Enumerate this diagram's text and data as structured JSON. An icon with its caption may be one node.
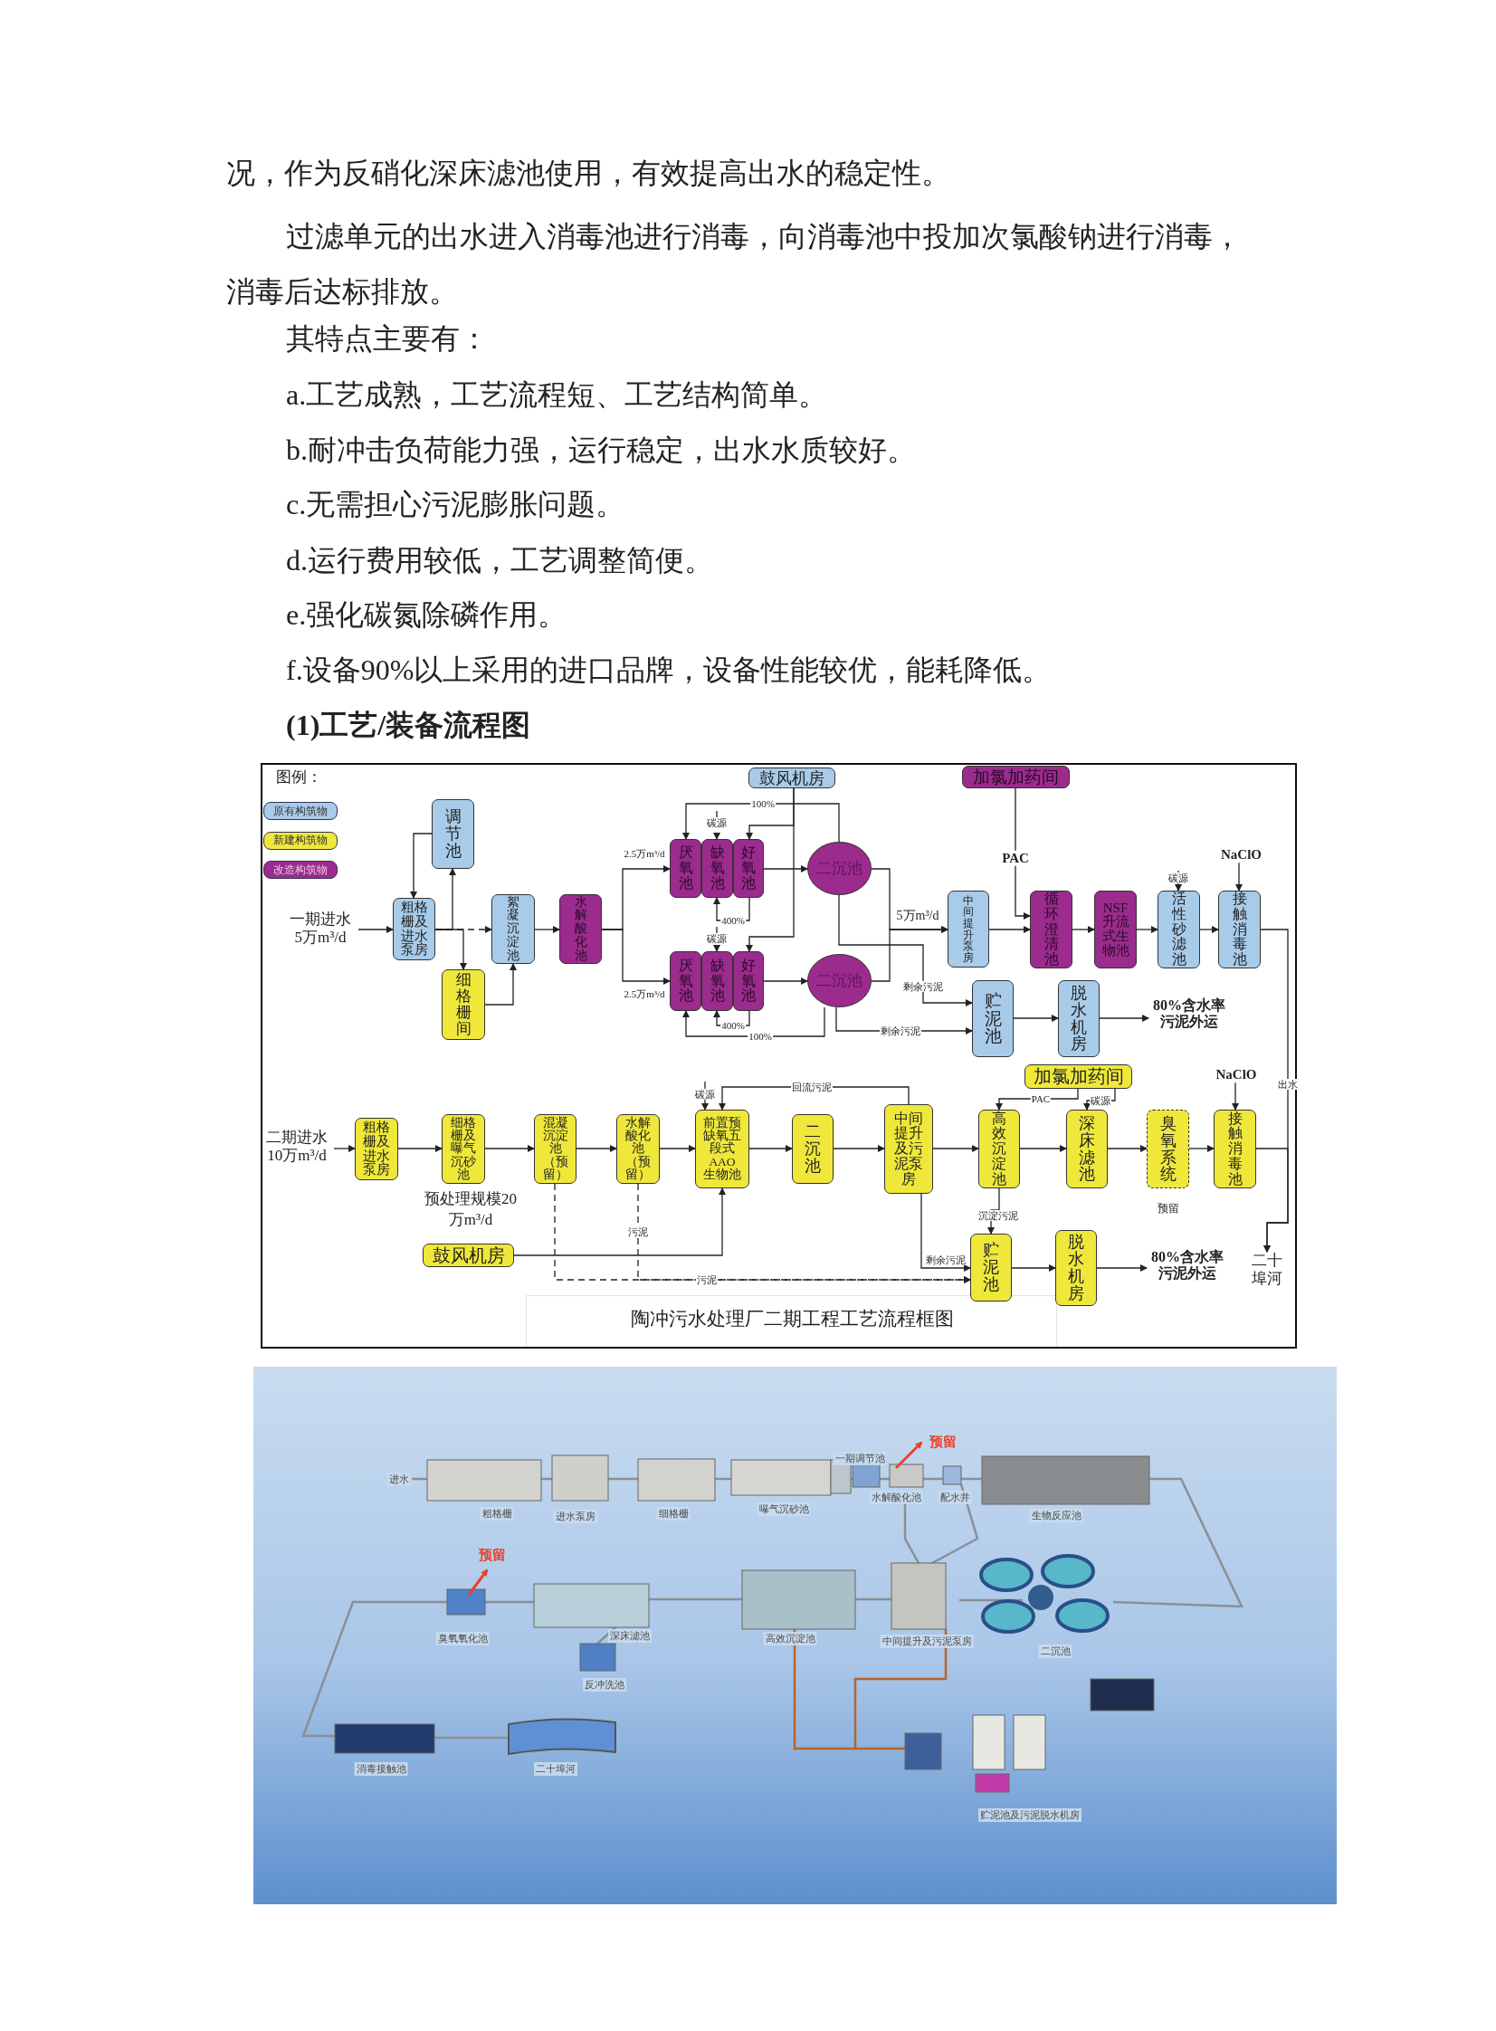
{
  "diagram": {
    "title": "(1)工艺/装备流程图",
    "caption": "陶冲污水处理厂二期工程工艺流程框图",
    "nodes": [
      {
        "text": [
          "一期进水",
          "5万m³/d"
        ]
      },
      {
        "text": [
          "调节池"
        ]
      },
      {
        "text": [
          "粗格栅及进水泵房"
        ]
      },
      {
        "text": [
          "细格栅间"
        ]
      },
      {
        "text": [
          "絮凝沉淀池"
        ]
      },
      {
        "text": [
          "水解酸化池"
        ]
      },
      {
        "text": [
          "鼓风机房"
        ]
      },
      {
        "text": [
          "加氯加药间"
        ]
      },
      {
        "text": [
          "厌氧池"
        ]
      },
      {
        "text": [
          "缺氧池"
        ]
      },
      {
        "text": [
          "好氧池"
        ]
      },
      {
        "text": [
          "厌氧池"
        ]
      },
      {
        "text": [
          "缺氧池"
        ]
      },
      {
        "text": [
          "好氧池"
        ]
      },
      {
        "text": [
          "二沉池"
        ]
      },
      {
        "text": [
          "二沉池"
        ]
      },
      {
        "text": [
          "中间提升泵房"
        ]
      },
      {
        "text": [
          "循环澄清池"
        ]
      },
      {
        "text": [
          "NSF升流式生物池"
        ]
      },
      {
        "text": [
          "活性砂滤池"
        ]
      },
      {
        "text": [
          "NaClO"
        ]
      },
      {
        "text": [
          "接触消毒池"
        ]
      },
      {
        "text": [
          "贮泥池"
        ]
      },
      {
        "text": [
          "脱水机房"
        ]
      },
      {
        "text": [
          "80%含水率污泥外运"
        ]
      },
      {
        "text": [
          "二期进水",
          "10万m³/d"
        ]
      },
      {
        "text": [
          "粗格栅及进水泵房"
        ]
      },
      {
        "text": [
          "细格栅及曝气沉砂池"
        ]
      },
      {
        "text": [
          "混凝沉淀池（预留）"
        ]
      },
      {
        "text": [
          "水解酸化池（预留）"
        ]
      },
      {
        "text": [
          "前置预缺氧五段式AAO生物池"
        ]
      },
      {
        "text": [
          "鼓风机房"
        ]
      },
      {
        "text": [
          "二沉池"
        ]
      },
      {
        "text": [
          "中间提升及污泥泵房"
        ]
      },
      {
        "text": [
          "加氯加药间"
        ]
      },
      {
        "text": [
          "高效沉淀池"
        ]
      },
      {
        "text": [
          "深床滤池"
        ]
      },
      {
        "text": [
          "臭氧系统"
        ],
        "beside": [
          "预留"
        ]
      },
      {
        "text": [
          "NaClO"
        ]
      },
      {
        "text": [
          "接触消毒池"
        ]
      },
      {
        "text": [
          "贮泥池"
        ]
      },
      {
        "text": [
          "脱水机房"
        ]
      },
      {
        "text": [
          "80%含水率污泥外运"
        ]
      },
      {
        "text": [
          "二十埠河"
        ]
      }
    ],
    "edges": [
      {
        "from": 0,
        "to": 2,
        "arrow": "to"
      },
      {
        "from": 2,
        "to": 1,
        "arrow": "to"
      },
      {
        "from": 1,
        "to": 2,
        "arrow": "to"
      },
      {
        "from": 2,
        "to": 3,
        "arrow": "to"
      },
      {
        "from": 2,
        "to": 4,
        "arrow": "to",
        "style": "dashed"
      },
      {
        "from": 3,
        "to": 4,
        "arrow": "to"
      },
      {
        "from": 4,
        "to": 5,
        "arrow": "to"
      },
      {
        "from": 5,
        "to": 8,
        "arrow": "to",
        "label": "2.5万m³/d"
      },
      {
        "from": 5,
        "to": 11,
        "arrow": "to",
        "label": "2.5万m³/d"
      },
      {
        "from": null,
        "to": 9,
        "arrow": "to",
        "label": "碳源",
        "style": "dashed"
      },
      {
        "from": null,
        "to": 12,
        "arrow": "to",
        "label": "碳源",
        "style": "dashed"
      },
      {
        "from": 10,
        "to": 9,
        "arrow": "to",
        "label": "400%"
      },
      {
        "from": 13,
        "to": 12,
        "arrow": "to",
        "label": "400%"
      },
      {
        "from": 14,
        "to": 8,
        "arrow": "to",
        "label": "100%"
      },
      {
        "from": 15,
        "to": 11,
        "arrow": "to",
        "label": "100%"
      },
      {
        "from": 6,
        "to": 10,
        "arrow": "to"
      },
      {
        "from": 6,
        "to": 13,
        "arrow": "to"
      },
      {
        "from": 10,
        "to": 14,
        "arrow": "to"
      },
      {
        "from": 13,
        "to": 15,
        "arrow": "to"
      },
      {
        "from": 14,
        "to": 16,
        "arrow": "to",
        "label": "5万m³/d"
      },
      {
        "from": 15,
        "to": 16,
        "arrow": "to"
      },
      {
        "from": 7,
        "to": 17,
        "arrow": "to",
        "label": "PAC"
      },
      {
        "from": 16,
        "to": 17,
        "arrow": "to"
      },
      {
        "from": 17,
        "to": 18,
        "arrow": "to"
      },
      {
        "from": 18,
        "to": 19,
        "arrow": "to"
      },
      {
        "from": null,
        "to": 19,
        "arrow": "to",
        "label": "碳源"
      },
      {
        "from": 19,
        "to": 21,
        "arrow": "to"
      },
      {
        "from": 20,
        "to": 21,
        "arrow": "to"
      },
      {
        "from": 21,
        "to": 43,
        "arrow": "to",
        "label": "出水"
      },
      {
        "from": 14,
        "to": 22,
        "arrow": "to",
        "label": "剩余污泥"
      },
      {
        "from": 15,
        "to": 22,
        "arrow": "to",
        "label": "剩余污泥"
      },
      {
        "from": 22,
        "to": 23,
        "arrow": "to"
      },
      {
        "from": 23,
        "to": 24,
        "arrow": "to"
      },
      {
        "from": 25,
        "to": 26,
        "arrow": "to"
      },
      {
        "from": 26,
        "to": 27,
        "arrow": "to"
      },
      {
        "from": 27,
        "to": 28,
        "arrow": "to"
      },
      {
        "from": 28,
        "to": 29,
        "arrow": "to"
      },
      {
        "from": 29,
        "to": 30,
        "arrow": "to"
      },
      {
        "from": null,
        "to": 30,
        "arrow": "to",
        "label": "碳源"
      },
      {
        "from": 33,
        "to": 30,
        "arrow": "to",
        "label": "回流污泥"
      },
      {
        "from": 31,
        "to": 30,
        "arrow": "to"
      },
      {
        "from": 28,
        "to": 40,
        "arrow": "to",
        "label": "污泥",
        "style": "dashed"
      },
      {
        "from": 29,
        "to": 40,
        "arrow": "to",
        "label": "污泥",
        "style": "dashed"
      },
      {
        "from": 30,
        "to": 32,
        "arrow": "to"
      },
      {
        "from": 32,
        "to": 33,
        "arrow": "to"
      },
      {
        "from": 33,
        "to": 35,
        "arrow": "to"
      },
      {
        "from": 34,
        "to": 35,
        "arrow": "to",
        "label": "PAC"
      },
      {
        "from": 34,
        "to": 36,
        "arrow": "to",
        "label": "碳源"
      },
      {
        "from": 35,
        "to": 36,
        "arrow": "to"
      },
      {
        "from": 36,
        "to": 37,
        "arrow": "to"
      },
      {
        "from": 37,
        "to": 39,
        "arrow": "to"
      },
      {
        "from": 38,
        "to": 39,
        "arrow": "to"
      },
      {
        "from": 39,
        "to": 43,
        "arrow": "to"
      },
      {
        "from": 35,
        "to": 40,
        "arrow": "to",
        "label": "沉淀污泥"
      },
      {
        "from": 33,
        "to": 40,
        "arrow": "to",
        "label": "剩余污泥"
      },
      {
        "from": 40,
        "to": 41,
        "arrow": "to"
      },
      {
        "from": 41,
        "to": 42,
        "arrow": "to"
      }
    ],
    "labels": [
      "况，作为反硝化深床滤池使用，有效提高出水的稳定性。",
      "过滤单元的出水进入消毒池进行消毒，向消毒池中投加次氯酸钠进行消毒，消毒后达标排放。",
      "其特点主要有：",
      "a.工艺成熟，工艺流程短、工艺结构简单。",
      "b.耐冲击负荷能力强，运行稳定，出水水质较好。",
      "c.无需担心污泥膨胀问题。",
      "d.运行费用较低，工艺调整简便。",
      "e.强化碳氮除磷作用。",
      "f.设备90%以上采用的进口品牌，设备性能较优，能耗降低。",
      "图例：",
      "预处理规模20万m³/d",
      "预留",
      "一期调节池",
      "进水",
      "水解酸化池",
      "配水井",
      "粗格栅",
      "进水泵房",
      "细格栅",
      "曝气沉砂池",
      "生物反应池",
      "预留",
      "臭氧氧化池",
      "深床滤池",
      "高效沉淀池",
      "中间提升及污泥泵房",
      "二沉池",
      "反冲洗池",
      "消毒接触池",
      "二十埠河",
      "贮泥池及污泥脱水机房"
    ],
    "legend": [
      {
        "text": "原有构筑物",
        "color": "#a8cbe9"
      },
      {
        "text": "新建构筑物",
        "color": "#efe83a"
      },
      {
        "text": "改造构筑物",
        "color": "#9b2b8d"
      }
    ]
  }
}
